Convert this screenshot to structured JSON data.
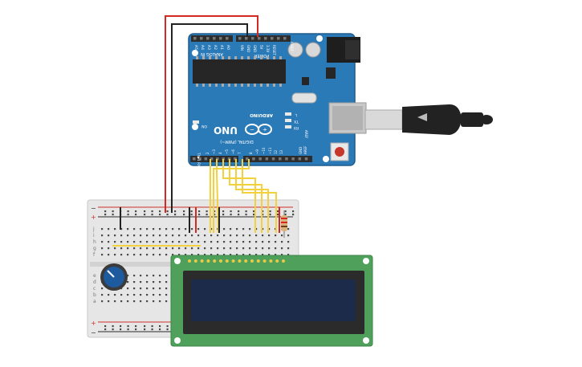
{
  "arduino": {
    "brand": "ARDUINO",
    "model": "UNO",
    "on_label": "ON",
    "analog_in_label": "ANALOG IN",
    "power_label": "POWER",
    "digital_label": "DIGITAL (PWM~)",
    "ioref_label": "IOREF",
    "aref_label": "AREF",
    "tx_label": "TX",
    "rx_label": "RX",
    "l_label": "L",
    "tx_rx_pins_label": "TX▶1  RX◀0",
    "analog_pins": [
      "A5",
      "A4",
      "A3",
      "A2",
      "A1",
      "A0"
    ],
    "power_pins": [
      "VIN",
      "GND",
      "GND",
      "5V",
      "3.3V",
      "RESET"
    ],
    "digital_pins": [
      "AREF",
      "GND",
      "13",
      "12",
      "~11",
      "~10",
      "~9",
      "8",
      "7",
      "~6",
      "~5",
      "4",
      "~3",
      "2"
    ],
    "colors": {
      "board": "#2b7ab8",
      "board_dark": "#1f5c8c",
      "header": "#2d2d2d",
      "chip": "#262626"
    }
  },
  "breadboard": {
    "row_letters_top": [
      "j",
      "i",
      "h",
      "g",
      "f"
    ],
    "row_letters_bottom": [
      "e",
      "d",
      "c",
      "b",
      "a"
    ],
    "plus_label": "+",
    "minus_label": "−",
    "colors": {
      "body": "#e8e8e8",
      "hole": "#4a4a4a",
      "rail_red": "#d0302a",
      "rail_black": "#2a2a2a"
    }
  },
  "lcd": {
    "colors": {
      "pcb": "#4ea05a",
      "frame": "#2b2b2b",
      "screen": "#1d2b4a"
    }
  },
  "wires": {
    "colors": {
      "red": "#d22a22",
      "black": "#222222",
      "yellow": "#f2d13c"
    }
  },
  "usb_cable": {
    "colors": {
      "plug": "#c8c8c8",
      "body": "#222222"
    }
  },
  "potentiometer": {
    "colors": {
      "knob": "#1e5a9e",
      "base": "#3b3b3b"
    }
  },
  "resistor": {
    "colors": {
      "body": "#d9b27a",
      "band1": "#d22a22",
      "band2": "#d22a22",
      "band3": "#6b3d1d"
    }
  }
}
